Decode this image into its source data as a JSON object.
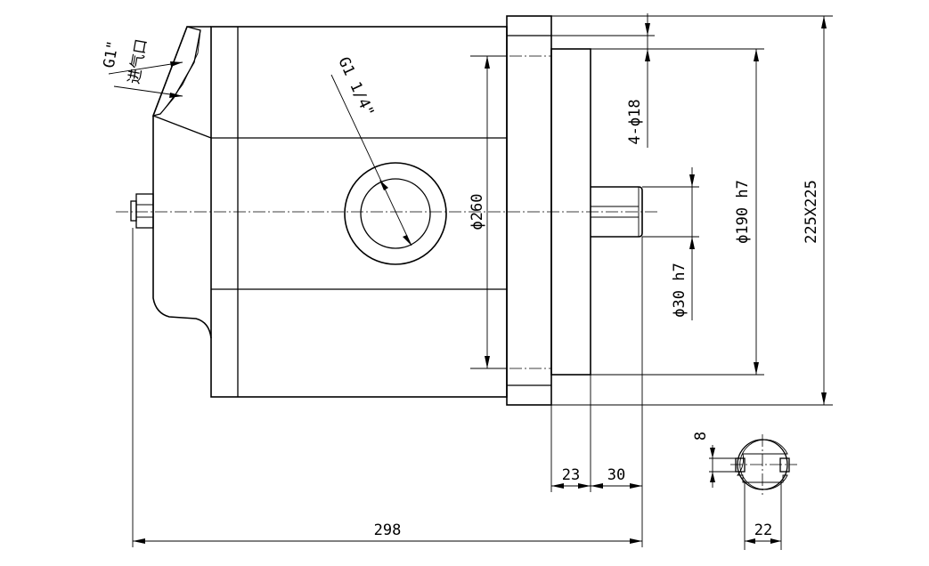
{
  "labels": {
    "thread_inlet": "G1\"",
    "inlet_cn": "进气口",
    "thread_port": "G1 1/4\"",
    "bolt_holes": "4-ϕ18",
    "dia_body": "ϕ260",
    "dia_pilot": "ϕ190 h7",
    "dia_shaft": "ϕ30 h7",
    "flange_size": "225X225",
    "dim_23": "23",
    "dim_30": "30",
    "dim_298": "298",
    "key_width": "8",
    "key_22": "22"
  },
  "colors": {
    "line": "#000000",
    "background": "#ffffff"
  }
}
